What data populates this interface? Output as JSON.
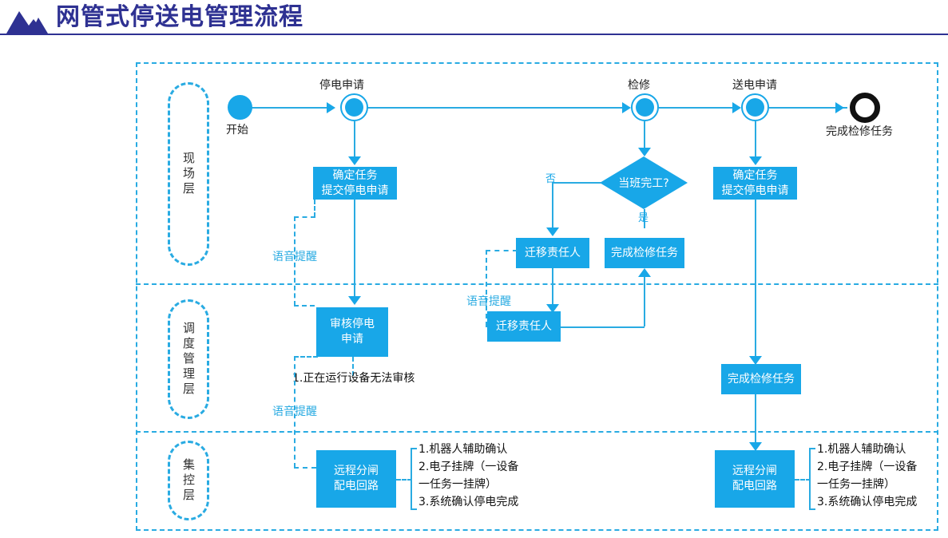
{
  "header": {
    "title": "网管式停送电管理流程",
    "logo_icon": "mountain-icon",
    "accent_color": "#2e3192",
    "flow_color": "#18a7e8",
    "dash_color": "#29abe2"
  },
  "lanes": [
    {
      "id": "site",
      "label": "现场层"
    },
    {
      "id": "dispatch",
      "label": "调度管理层"
    },
    {
      "id": "centralized",
      "label": "集控层"
    }
  ],
  "nodes": {
    "start_dot": {
      "label": "开始"
    },
    "outage_apply": {
      "label": "停电申请"
    },
    "maintenance": {
      "label": "检修"
    },
    "power_on_apply": {
      "label": "送电申请"
    },
    "end_ring": {
      "label": "完成检修任务"
    },
    "confirm_task_1": {
      "label": "确定任务\n提交停电申请"
    },
    "confirm_task_2": {
      "label": "确定任务\n提交停电申请"
    },
    "shift_done": {
      "label": "当班完工?"
    },
    "transfer_owner_1": {
      "label": "迁移责任人"
    },
    "transfer_owner_2": {
      "label": "迁移责任人"
    },
    "finish_task_site": {
      "label": "完成检修任务"
    },
    "review_outage": {
      "label": "审核停电\n申请"
    },
    "finish_task_disp": {
      "label": "完成检修任务"
    },
    "remote_open_1": {
      "label": "远程分闸\n配电回路"
    },
    "remote_open_2": {
      "label": "远程分闸\n配电回路"
    }
  },
  "branch_labels": {
    "no": "否",
    "yes": "是"
  },
  "voice_alerts": [
    {
      "id": "voice_1",
      "label": "语音提醒"
    },
    {
      "id": "voice_2",
      "label": "语音提醒"
    },
    {
      "id": "voice_3",
      "label": "语音提醒"
    }
  ],
  "notes": {
    "review_note": "1.正在运行设备无法审核",
    "remote_list_left": "1.机器人辅助确认\n2.电子挂牌（一设备\n   一任务一挂牌）\n3.系统确认停电完成",
    "remote_list_right": "1.机器人辅助确认\n2.电子挂牌（一设备\n   一任务一挂牌）\n3.系统确认停电完成"
  }
}
